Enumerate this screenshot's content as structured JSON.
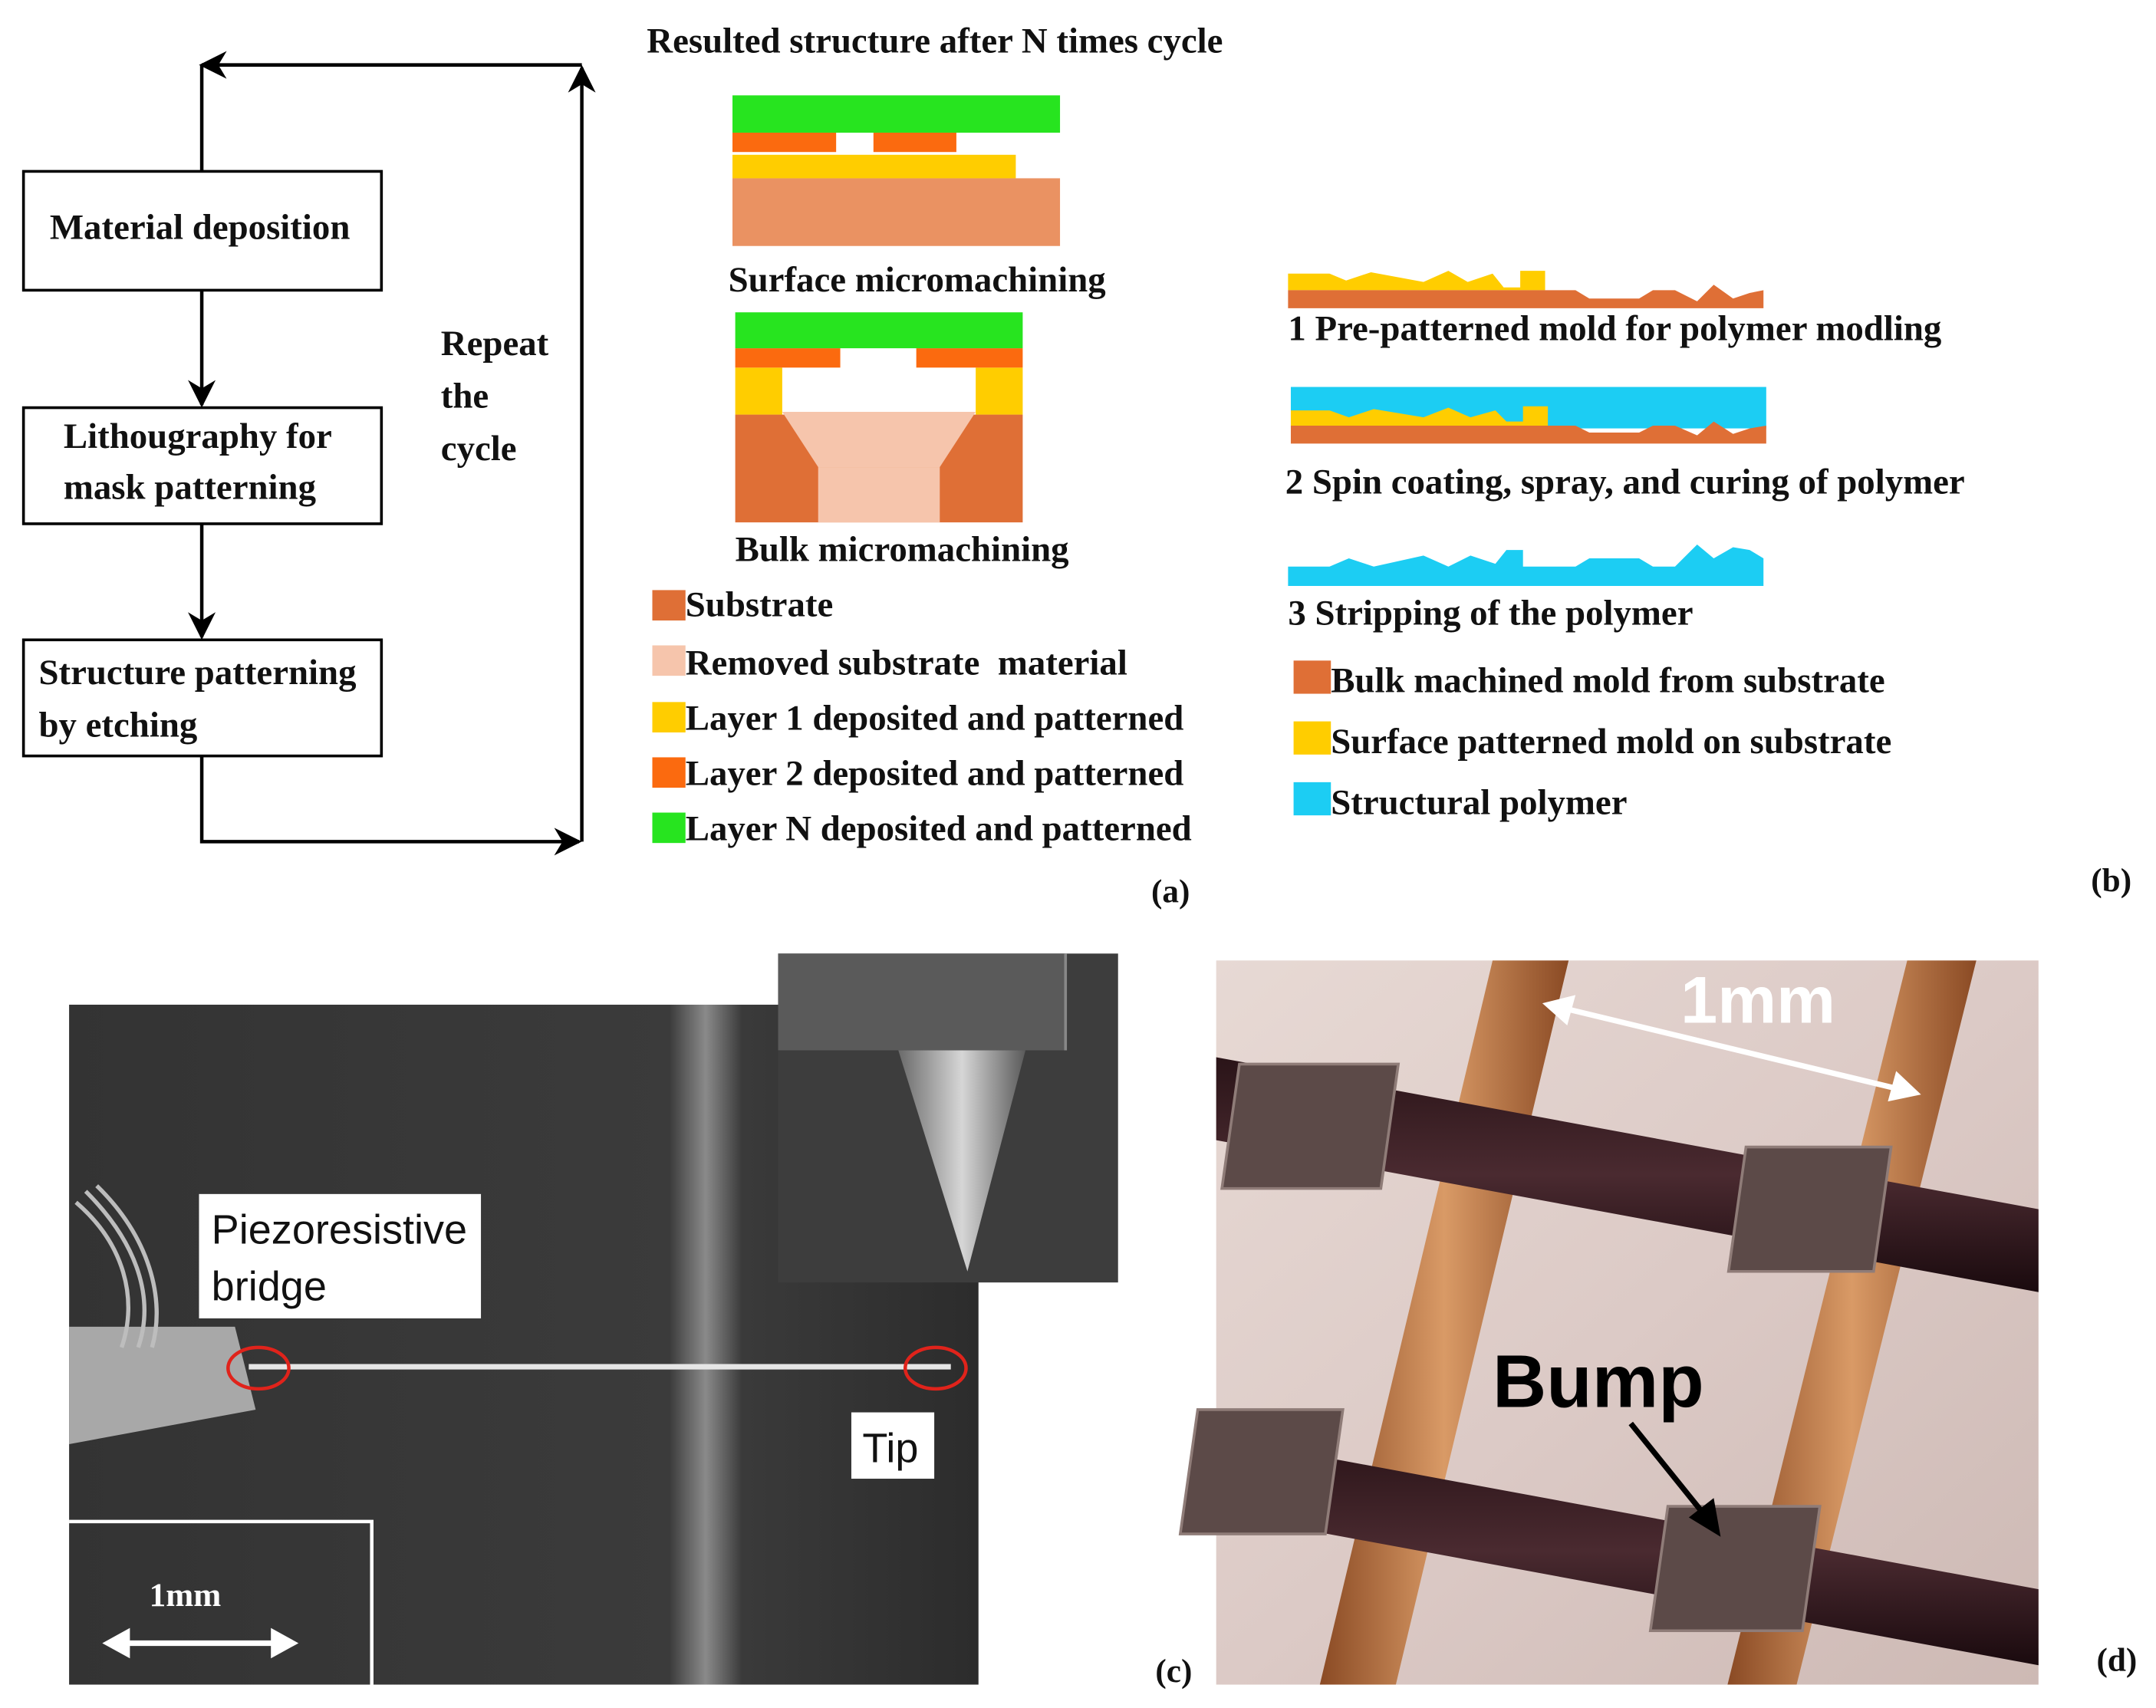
{
  "panel_a": {
    "flow_boxes": [
      "Material deposition",
      "Lithougraphy for",
      "mask patterning",
      "Structure patterning",
      "by etching"
    ],
    "repeat_label": [
      "Repeat",
      "the",
      "cycle"
    ],
    "top_title": "Resulted structure after N times cycle",
    "surface_caption": "Surface micromachining",
    "bulk_caption": "Bulk micromachining",
    "legend": [
      {
        "label": "Substrate",
        "color": "#DF6F36"
      },
      {
        "label": "Removed substrate  material",
        "color": "#F6C5AC"
      },
      {
        "label": "Layer 1 deposited and patterned",
        "color": "#FFCD00"
      },
      {
        "label": "Layer 2 deposited and patterned",
        "color": "#FB6A0F"
      },
      {
        "label": "Layer N deposited and patterned",
        "color": "#27E41F"
      }
    ],
    "tag": "(a)"
  },
  "panel_b": {
    "steps": [
      "1 Pre-patterned mold for polymer modling",
      "2 Spin coating, spray, and curing of polymer",
      "3 Stripping of the polymer"
    ],
    "legend": [
      {
        "label": "Bulk machined mold from substrate",
        "color": "#DF6F36"
      },
      {
        "label": "Surface patterned mold on substrate",
        "color": "#FFCD00"
      },
      {
        "label": "Structural polymer",
        "color": "#1CCDF3"
      }
    ],
    "tag": "(b)"
  },
  "panel_c": {
    "bridge_label": [
      "Piezoresistive",
      "bridge"
    ],
    "tip_label": "Tip",
    "scale_label": "1mm",
    "tag": "(c)"
  },
  "panel_d": {
    "scale_label": "1mm",
    "bump_label": "Bump",
    "tag": "(d)"
  },
  "colors": {
    "substrate_light": "#EA9262",
    "removed": "#F6C5AC",
    "layer1": "#FFCD00",
    "layer2": "#FB6A0F",
    "layerN": "#27E41F",
    "polymer": "#1CCDF3"
  }
}
